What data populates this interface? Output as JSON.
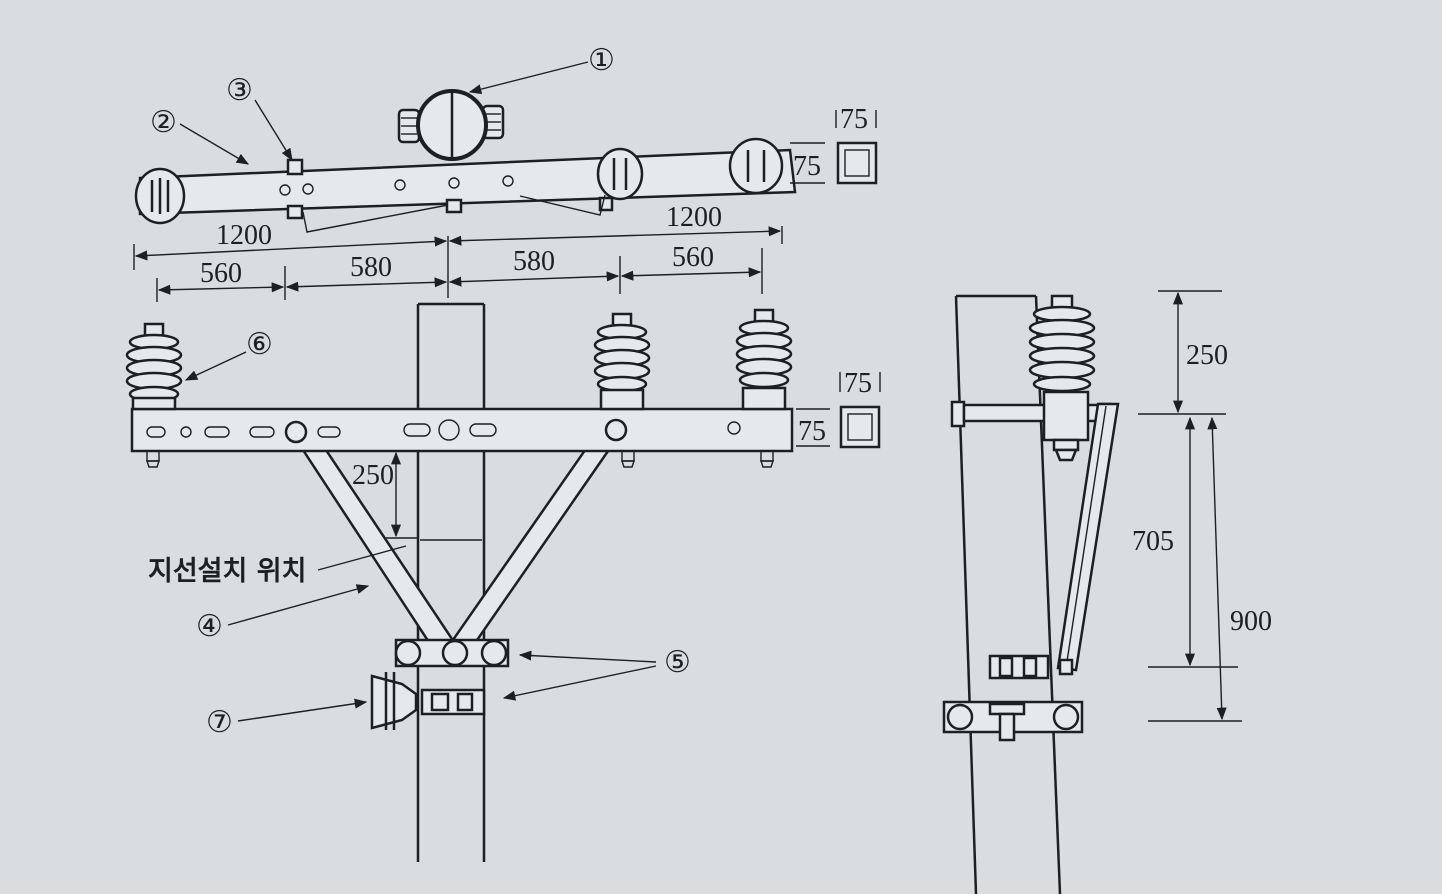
{
  "labels": {
    "l1": "①",
    "l2": "②",
    "l3": "③",
    "l4": "④",
    "l5": "⑤",
    "l6": "⑥",
    "l7": "⑦"
  },
  "guy_wire_position": "지선설치 위치",
  "top_view": {
    "total_left": "1200",
    "total_right": "1200",
    "seg_left_outer": "560",
    "seg_left_inner": "580",
    "seg_right_inner": "580",
    "seg_right_outer": "560",
    "section_side_top": "75",
    "section_side_bottom": "75"
  },
  "front_view": {
    "section_side_top": "75",
    "section_side_bottom": "75",
    "brace_drop": "250"
  },
  "side_view": {
    "insulator_height": "250",
    "bracket_span": "705",
    "overall_span": "900"
  }
}
